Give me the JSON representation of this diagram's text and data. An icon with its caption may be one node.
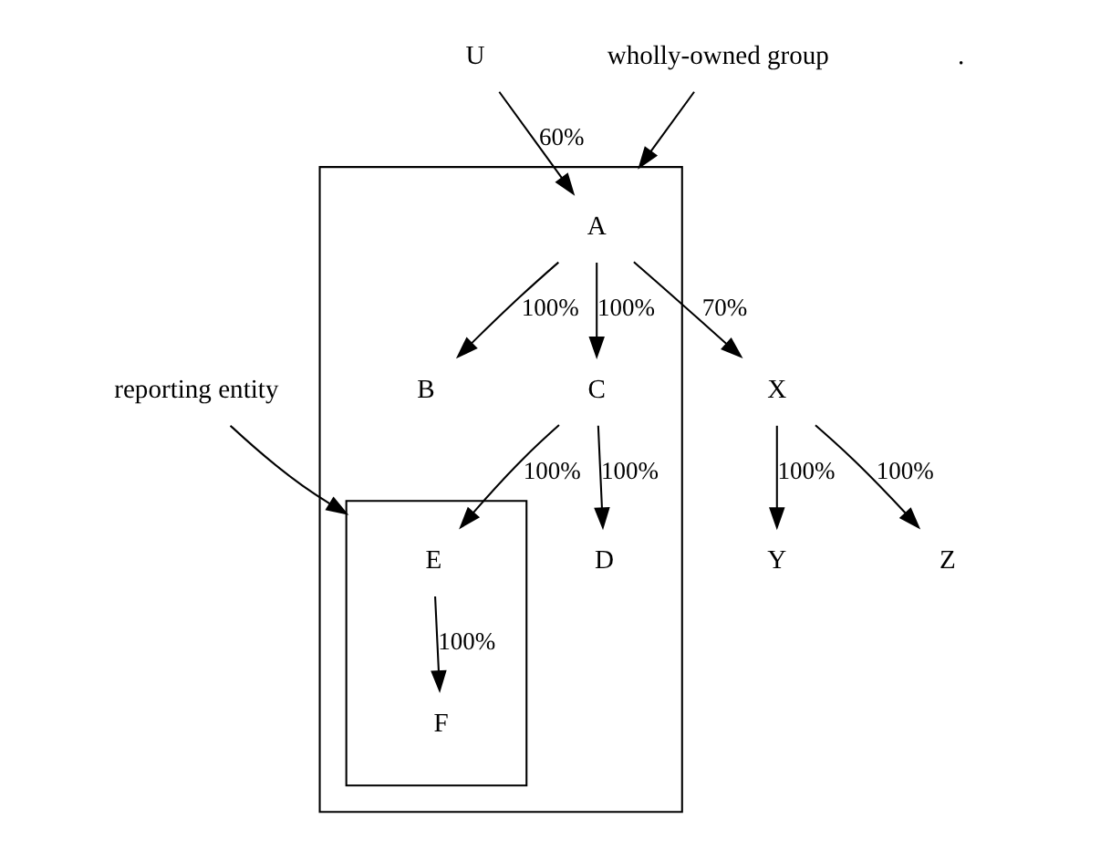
{
  "diagram": {
    "nodes": [
      {
        "text": [],
        "shape": "box"
      },
      {
        "text": [
          "U"
        ]
      },
      {
        "text": [
          "A"
        ],
        "in": 0
      },
      {
        "text": [
          "X"
        ]
      },
      {
        "text": [
          "B"
        ],
        "in": 0
      },
      {
        "text": [
          "C"
        ],
        "in": 0
      },
      {
        "text": [
          "Y"
        ]
      },
      {
        "text": [
          "Z"
        ]
      },
      {
        "text": [
          "D"
        ],
        "in": 0
      },
      {
        "text": [],
        "shape": "box",
        "in": 0
      },
      {
        "text": [
          "E"
        ],
        "in": 9
      },
      {
        "text": [
          "F"
        ],
        "in": 9
      },
      {
        "text": [
          "wholly-owned group"
        ]
      },
      {
        "text": [
          "reporting entity"
        ]
      }
    ],
    "edges": [
      {
        "from": 1,
        "to": 2,
        "arrow": "to",
        "label": "60%"
      },
      {
        "from": 2,
        "to": 3,
        "arrow": "to",
        "label": "70%"
      },
      {
        "from": 2,
        "to": 5,
        "arrow": "to",
        "label": "100%"
      },
      {
        "from": 2,
        "to": 4,
        "arrow": "to",
        "label": "100%"
      },
      {
        "from": 3,
        "to": 6,
        "arrow": "to",
        "label": "100%"
      },
      {
        "from": 3,
        "to": 7,
        "arrow": "to",
        "label": "100%"
      },
      {
        "from": 5,
        "to": 10,
        "arrow": "to",
        "label": "100%"
      },
      {
        "from": 5,
        "to": 8,
        "arrow": "to",
        "label": "100%"
      },
      {
        "from": 10,
        "to": 11,
        "arrow": "to",
        "label": "100%"
      },
      {
        "from": 12,
        "to": 0,
        "arrow": "to"
      },
      {
        "from": 13,
        "to": 9,
        "arrow": "to"
      }
    ],
    "labels": [
      "."
    ]
  }
}
